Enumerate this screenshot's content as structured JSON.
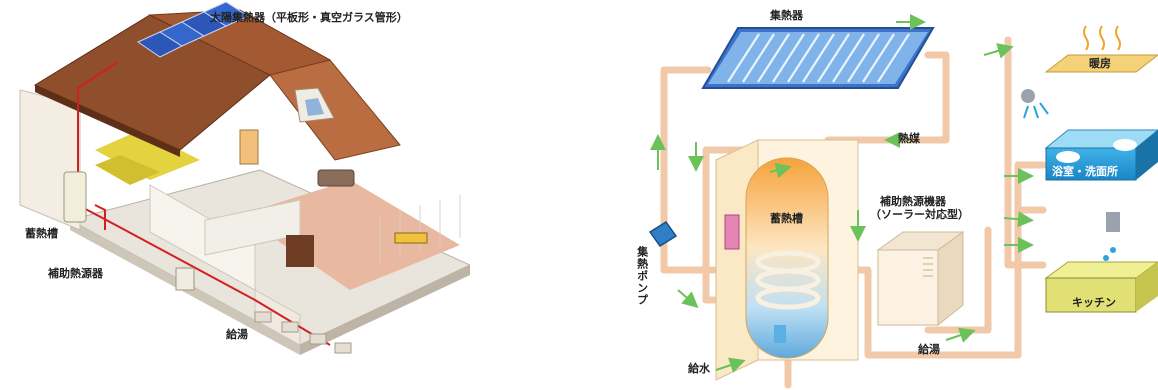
{
  "house": {
    "collector_label": "太陽集熱器（平板形・真空ガラス管形）",
    "storage_label": "蓄熱槽",
    "aux_label": "補助熱源器",
    "hotwater_label": "給湯"
  },
  "system": {
    "collector_label": "集熱器",
    "medium_label": "熱媒",
    "tank_label": "蓄熱槽",
    "aux_label_1": "補助熱源機器",
    "aux_label_2": "（ソーラー対応型）",
    "pump_label": "集熱ポンプ",
    "supply_label": "給水",
    "hotwater_label": "給湯",
    "heating_label": "暖房",
    "bath_label": "浴室・洗面所",
    "kitchen_label": "キッチン"
  },
  "colors": {
    "pipe": "#f2c9a8",
    "arrow": "#6cc25a",
    "roof": "#8a4a2a",
    "panel": "#3a67c9",
    "tank": "#fbe9c6",
    "heating": "#f4d27a",
    "bath": "#6fc6ea",
    "kitchen": "#d8d86a"
  }
}
